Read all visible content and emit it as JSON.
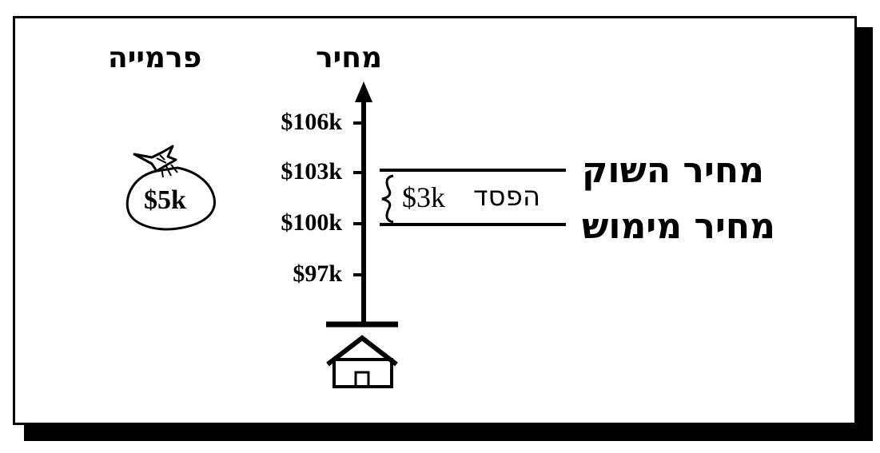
{
  "headers": {
    "price_axis": "מחיר",
    "premium": "פרמייה"
  },
  "ticks": [
    "$106k",
    "$103k",
    "$100k",
    "$97k"
  ],
  "lines": {
    "market_price": "מחיר השוק",
    "strike_price": "מחיר מימוש"
  },
  "loss": {
    "value": "$3k",
    "word": "הפסד"
  },
  "premium_bag": {
    "value": "$5k"
  },
  "icons": {
    "bag": "money-bag-icon",
    "house": "house-icon"
  }
}
